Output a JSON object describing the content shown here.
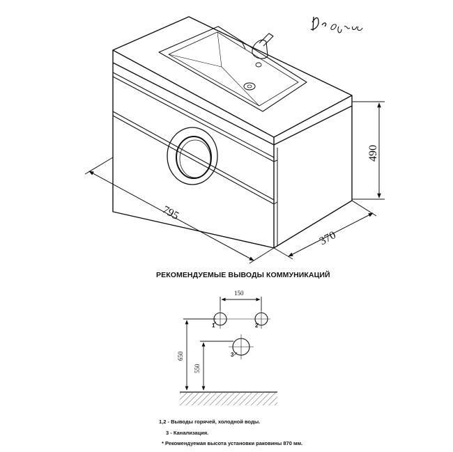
{
  "brand": {
    "logo_text": "De aqua"
  },
  "dimensions": {
    "width": "795",
    "depth": "370",
    "height": "490"
  },
  "connections": {
    "title": "РЕКОМЕНДУЕМЫЕ ВЫВОДЫ КОММУНИКАЦИЙ",
    "spacing": "150",
    "inlet_height": "650",
    "drain_height": "550",
    "markers": [
      "1",
      "2",
      "3"
    ]
  },
  "notes": {
    "inlets": "1,2 - Выводы горячей, холодной воды.",
    "drain": "3 - Канализация.",
    "height": "* Рекомендуемая высота установки раковины 870 мм."
  }
}
